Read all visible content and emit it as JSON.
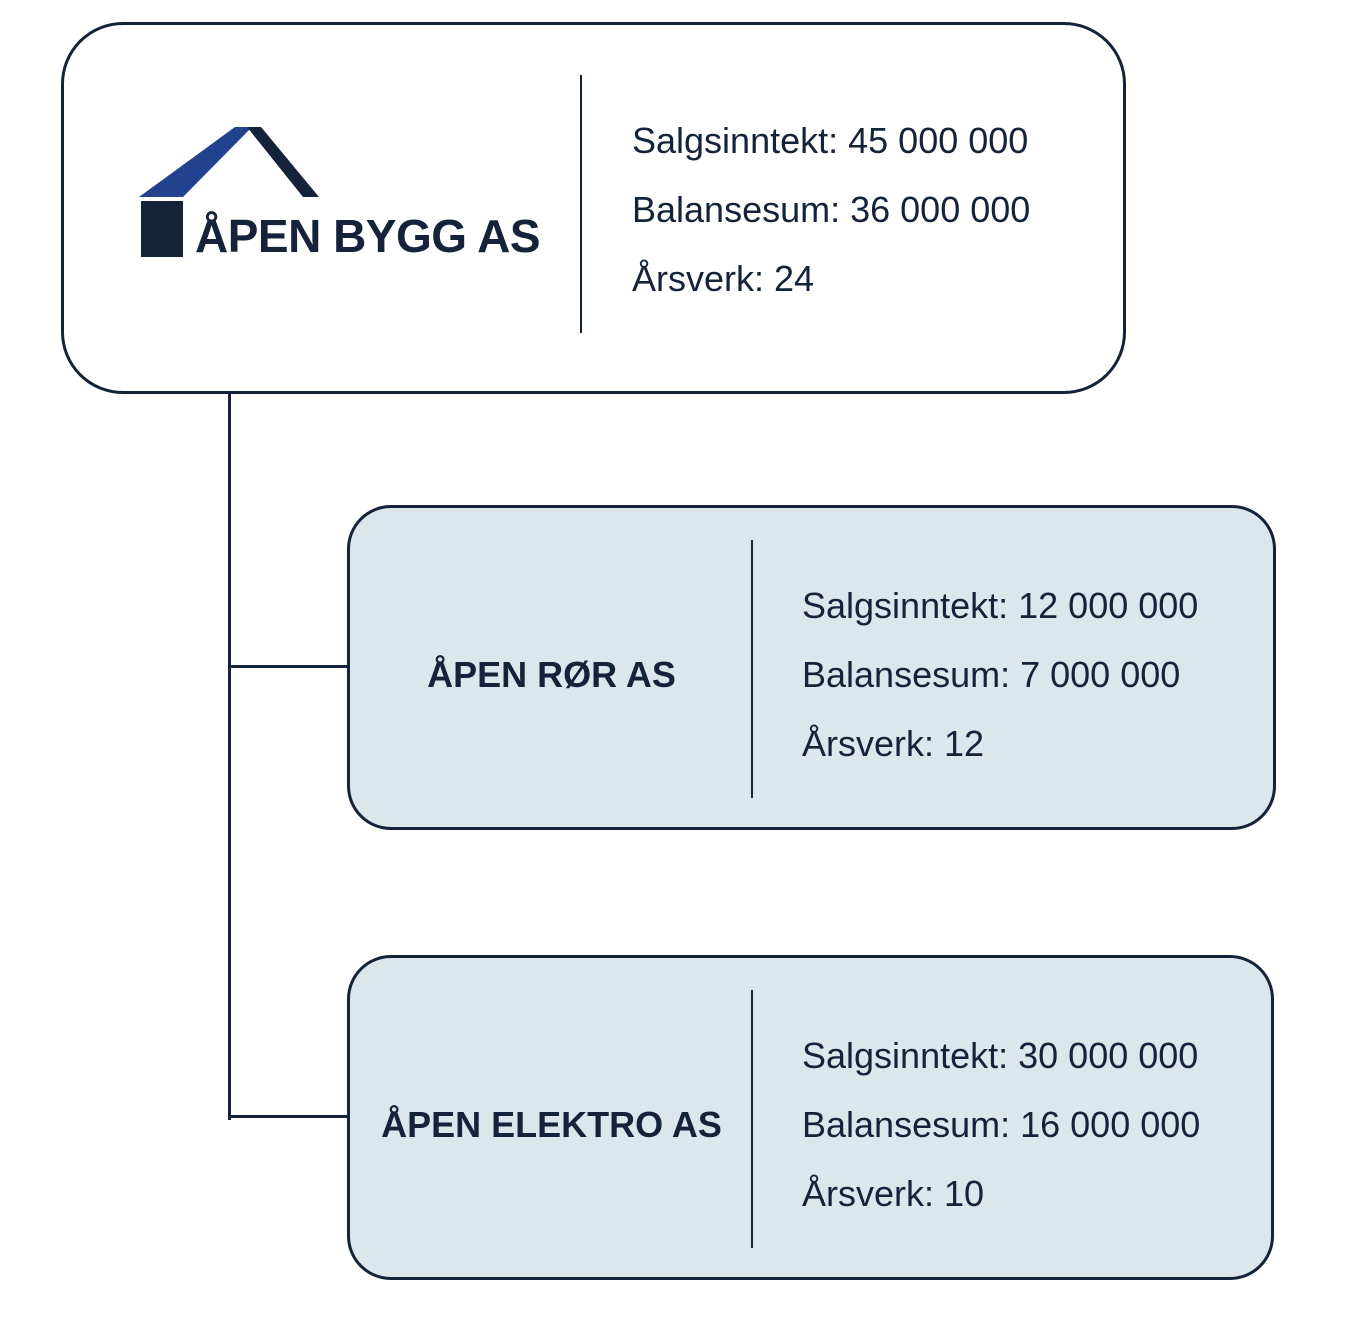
{
  "colors": {
    "dark_navy": "#14233a",
    "roof_blue": "#22418f",
    "child_fill": "#dce6ed",
    "parent_fill": "#ffffff"
  },
  "parent": {
    "name": "ÅPEN BYGG AS",
    "logo_icon": "house-roof-icon",
    "stats": [
      "Salgsinntekt: 45 000 000",
      "Balansesum: 36 000 000",
      "Årsverk: 24"
    ]
  },
  "children": [
    {
      "name": "ÅPEN RØR AS",
      "stats": [
        "Salgsinntekt: 12 000 000",
        "Balansesum: 7 000 000",
        "Årsverk: 12"
      ]
    },
    {
      "name": "ÅPEN ELEKTRO AS",
      "stats": [
        "Salgsinntekt: 30 000 000",
        "Balansesum: 16 000 000",
        "Årsverk: 10"
      ]
    }
  ]
}
